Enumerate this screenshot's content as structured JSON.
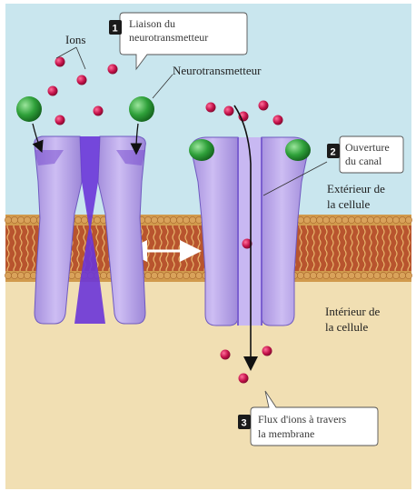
{
  "labels": {
    "ions": "Ions",
    "neurotransmitter": "Neurotransmetteur",
    "outside": [
      "Extérieur de",
      "la cellule"
    ],
    "inside": [
      "Intérieur de",
      "la cellule"
    ]
  },
  "callouts": [
    {
      "number": "1",
      "lines": [
        "Liaison du",
        "neurotransmetteur"
      ]
    },
    {
      "number": "2",
      "lines": [
        "Ouverture",
        "du canal"
      ]
    },
    {
      "number": "3",
      "lines": [
        "Flux d'ions à travers",
        "la membrane"
      ]
    }
  ],
  "colors": {
    "extracellular": "#c9e6ee",
    "intracellular": "#f1dfb3",
    "membrane_head": "#d19a4d",
    "membrane_tail": "#b64a2a",
    "channel": "#b9a2e8",
    "channel_pore": "#6a35d8",
    "neurotransmitter": "#1e8c2c",
    "ion": "#c4124a",
    "callout_number_bg": "#1a1a1a"
  }
}
